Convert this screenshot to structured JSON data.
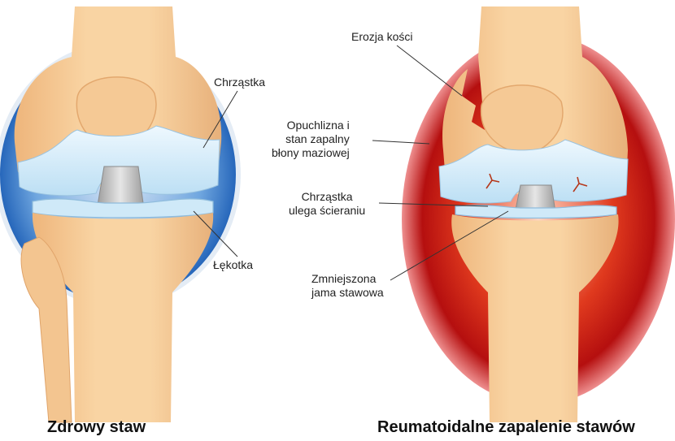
{
  "healthy": {
    "caption": "Zdrowy staw",
    "labels": {
      "cartilage": "Chrząstka",
      "meniscus": "Łękotka"
    }
  },
  "ra": {
    "caption": "Reumatoidalne zapalenie stawów",
    "labels": {
      "bone_erosion": "Erozja kości",
      "synovitis": "Opuchlizna i\nstan zapalny\nbłony maziowej",
      "cartilage_wear": "Chrząstka\nulega ścieraniu",
      "narrowed_space": "Zmniejszona\njama stawowa"
    }
  },
  "colors": {
    "bone": "#f7cf9c",
    "bone_shadow": "#e5ae74",
    "cartilage": "#d6eefa",
    "healthy_capsule": "#2f78c8",
    "inflamed_capsule": "#c41616",
    "ligament": "#bdbdbd"
  }
}
